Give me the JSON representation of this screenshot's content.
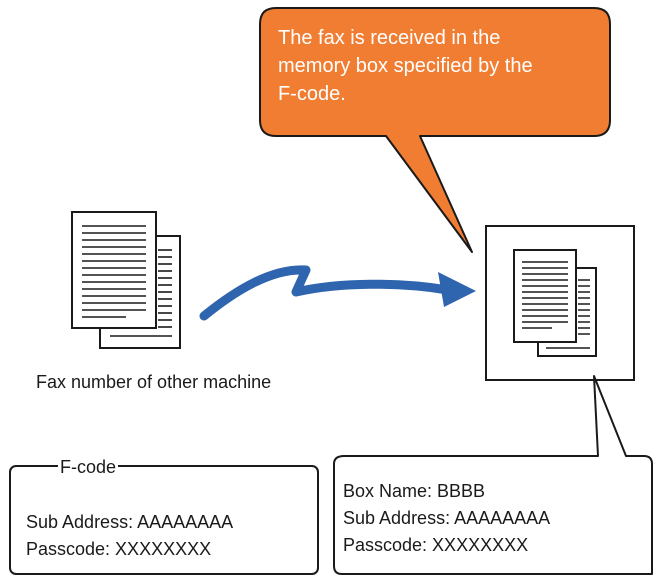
{
  "callout": {
    "lines": [
      "The fax is received in the",
      "memory box specified by the",
      "F-code."
    ],
    "fill": "#F07D32"
  },
  "sender": {
    "label": "Fax number of other machine",
    "icon": "document-stack-icon"
  },
  "transmission": {
    "color": "#2F64AE",
    "icon": "zigzag-arrow-icon"
  },
  "receiver": {
    "icon": "memory-box-document-icon"
  },
  "fcode_box": {
    "title": "F-code",
    "sub_address": "Sub Address: AAAAAAAA",
    "passcode": "Passcode: XXXXXXXX"
  },
  "memory_box": {
    "box_name": "Box Name: BBBB",
    "sub_address": "Sub Address: AAAAAAAA",
    "passcode": "Passcode: XXXXXXXX"
  }
}
